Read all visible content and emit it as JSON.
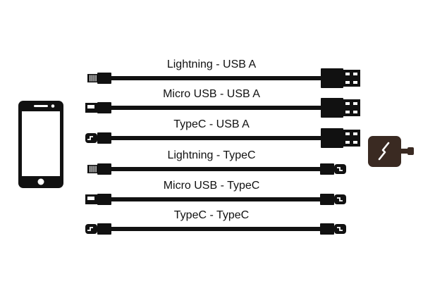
{
  "cables": [
    {
      "label": "Lightning - USB A",
      "left": "lightning",
      "right": "usb-a"
    },
    {
      "label": "Micro USB - USB A",
      "left": "micro-usb",
      "right": "usb-a"
    },
    {
      "label": "TypeC - USB A",
      "left": "type-c",
      "right": "usb-a"
    },
    {
      "label": "Lightning - TypeC",
      "left": "lightning",
      "right": "type-c"
    },
    {
      "label": "Micro USB - TypeC",
      "left": "micro-usb",
      "right": "type-c"
    },
    {
      "label": "TypeC - TypeC",
      "left": "type-c",
      "right": "type-c"
    }
  ],
  "icons": {
    "device": "smartphone-icon",
    "charger": "wall-charger-icon"
  },
  "colors": {
    "cable": "#111111",
    "charger": "#3a2a22",
    "background": "#ffffff"
  }
}
